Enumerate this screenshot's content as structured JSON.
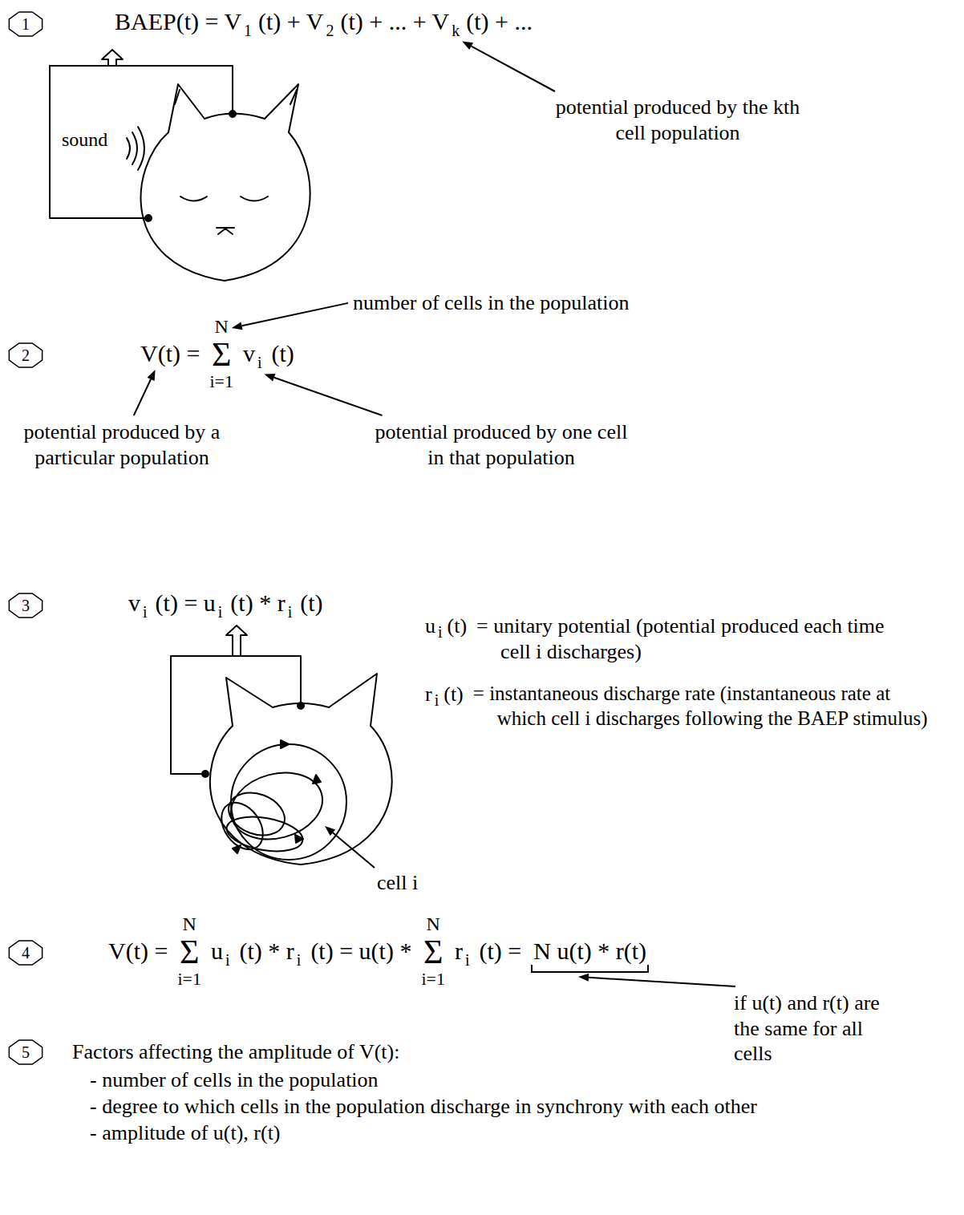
{
  "diagram": {
    "nodes": [
      {
        "text": [
          "1"
        ]
      },
      {
        "text": [
          "2"
        ]
      },
      {
        "text": [
          "3"
        ]
      },
      {
        "text": [
          "4"
        ]
      },
      {
        "text": [
          "5"
        ]
      }
    ],
    "labels": [
      "BAEP(t) = V",
      "1",
      "(t) + V",
      "2",
      "(t) + ... + V",
      "k",
      "(t) + ...",
      "potential produced by the kth cell population",
      "sound",
      "V(t) =",
      "N",
      "Σ",
      "i=1",
      "v",
      "i",
      "(t)",
      "number of cells in the population",
      "potential produced by a particular population",
      "potential produced by one cell in that population",
      "v",
      "i",
      "(t) = u",
      "i",
      "(t) * r",
      "i",
      "(t)",
      "u",
      "i",
      "(t)",
      "= unitary potential (potential produced each time cell i discharges)",
      "r",
      "i",
      "(t)",
      "= instantaneous discharge rate (instantaneous rate at which cell i discharges following the BAEP stimulus)",
      "cell i",
      "V(t) =",
      "N",
      "Σ",
      "i=1",
      "u",
      "i",
      "(t) * r",
      "i",
      "(t) = u(t) *",
      "N",
      "Σ",
      "i=1",
      "r",
      "i",
      "(t) =",
      "N u(t) * r(t)",
      "if u(t) and r(t) are the same for all cells",
      "Factors affecting the amplitude of V(t):",
      "- number of cells in the population",
      "- degree to which cells in the population discharge in synchrony with each other",
      "- amplitude of u(t), r(t)"
    ]
  }
}
